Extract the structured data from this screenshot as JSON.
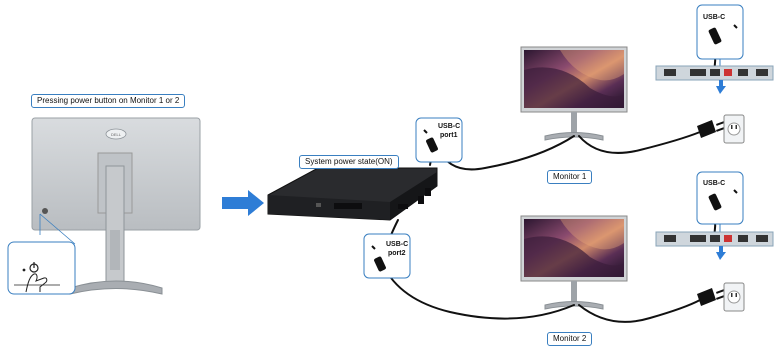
{
  "labels": {
    "pressing": "Pressing power button on Monitor 1 or 2",
    "system_state": "System power state(ON)",
    "monitor1": "Monitor 1",
    "monitor2": "Monitor 2",
    "usbc_port1_a": "USB-C",
    "usbc_port1_b": "port1",
    "usbc_port2_a": "USB-C",
    "usbc_port2_b": "port2",
    "usbc_top": "USB-C",
    "usbc_mid": "USB-C"
  },
  "colors": {
    "accent_blue": "#2e7dd6",
    "frame_blue": "#3a7fc0",
    "monitor_silver": "#c9ccd0",
    "dock_dark": "#2a2b2e"
  }
}
